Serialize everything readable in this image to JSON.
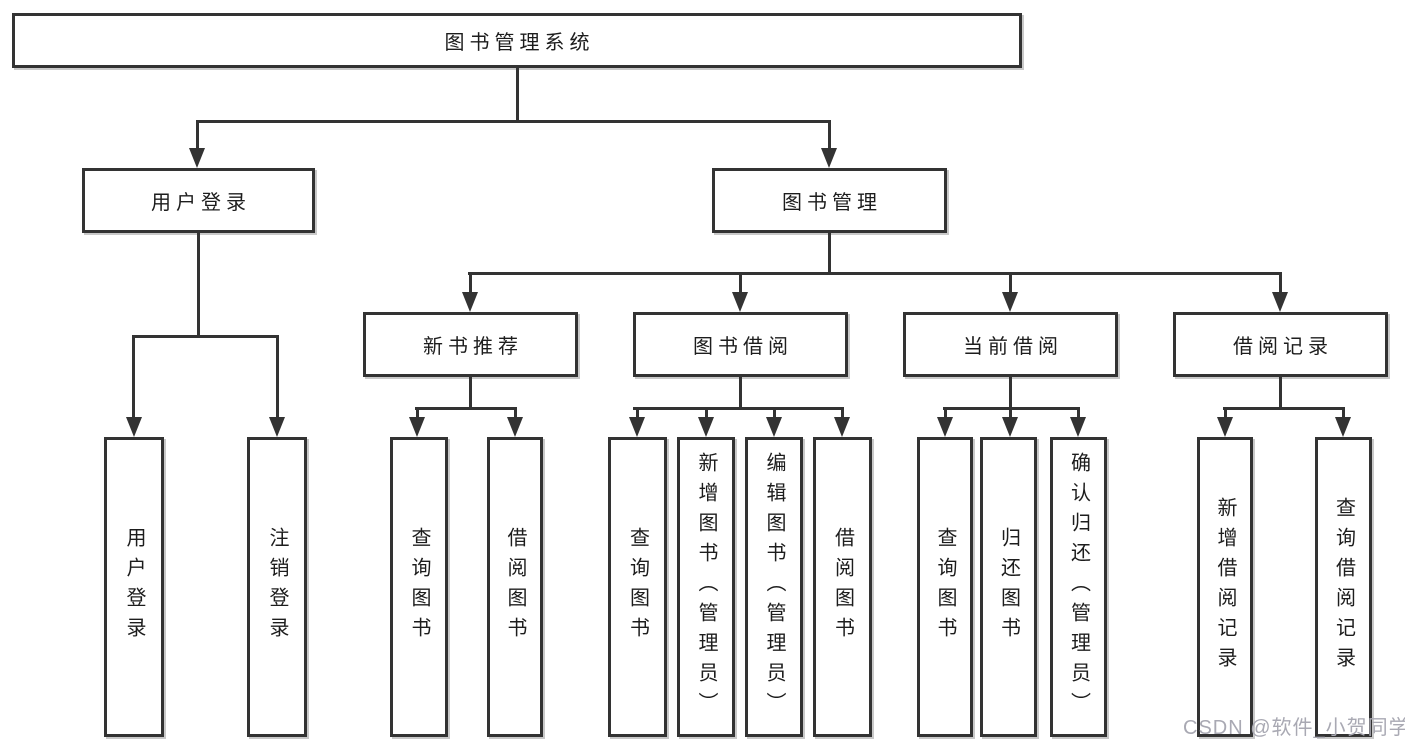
{
  "diagram": {
    "type": "tree-flowchart",
    "colors": {
      "line": "#333333",
      "text": "#1d1d1d",
      "box_background": "#ffffff",
      "watermark": "#a9a9b3",
      "background": "#ffffff"
    },
    "root": {
      "label": "图书管理系统"
    },
    "branches": [
      {
        "label": "用户登录",
        "children": [
          {
            "label": "用户登录"
          },
          {
            "label": "注销登录"
          }
        ]
      },
      {
        "label": "图书管理",
        "children": [
          {
            "label": "新书推荐",
            "children": [
              {
                "label": "查询图书"
              },
              {
                "label": "借阅图书"
              }
            ]
          },
          {
            "label": "图书借阅",
            "children": [
              {
                "label": "查询图书"
              },
              {
                "label": "新增图书（管理员）"
              },
              {
                "label": "编辑图书（管理员）"
              },
              {
                "label": "借阅图书"
              }
            ]
          },
          {
            "label": "当前借阅",
            "children": [
              {
                "label": "查询图书"
              },
              {
                "label": "归还图书"
              },
              {
                "label": "确认归还（管理员）"
              }
            ]
          },
          {
            "label": "借阅记录",
            "children": [
              {
                "label": "新增借阅记录"
              },
              {
                "label": "查询借阅记录"
              }
            ]
          }
        ]
      }
    ],
    "watermark": "CSDN @软件_小贺同学"
  }
}
